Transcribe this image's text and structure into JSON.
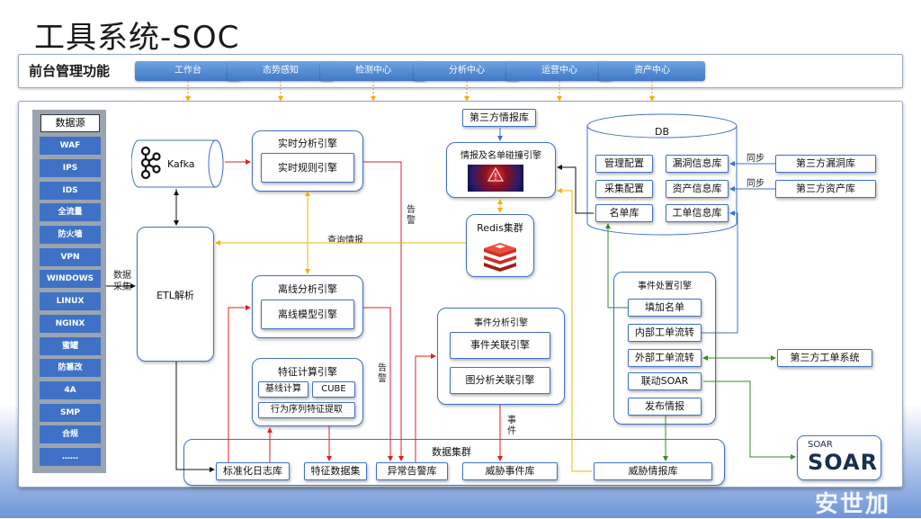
{
  "title": "工具系统-SOC",
  "topbar": {
    "label": "前台管理功能",
    "nav": [
      "工作台",
      "态势感知",
      "检测中心",
      "分析中心",
      "运营中心",
      "资产中心"
    ]
  },
  "datasource": {
    "title": "数据源",
    "items": [
      "WAF",
      "IPS",
      "IDS",
      "全流量",
      "防火墙",
      "VPN",
      "WINDOWS",
      "LINUX",
      "NGINX",
      "蜜罐",
      "防篡改",
      "4A",
      "SMP",
      "合规",
      "……"
    ]
  },
  "nodes": {
    "kafka": "Kafka",
    "etl": "ETL解析",
    "collect_label": "数据\n采集",
    "realtime_title": "实时分析引擎",
    "realtime_rule": "实时规则引擎",
    "offline_title": "离线分析引擎",
    "offline_model": "离线模型引擎",
    "feature_title": "特征计算引擎",
    "feature_baseline": "基线计算",
    "feature_cube": "CUBE",
    "feature_seq": "行为序列特征提取",
    "thirdparty_intel": "第三方情报库",
    "intel_engine": "情报及名单碰撞引擎",
    "redis": "Redis集群",
    "query_intel": "查询情报",
    "event_title": "事件分析引擎",
    "event_correlation": "事件关联引擎",
    "event_graph": "图分析关联引擎",
    "db": "DB",
    "db_mgmt": "管理配置",
    "db_vuln": "漏洞信息库",
    "db_collect": "采集配置",
    "db_asset": "资产信息库",
    "db_list": "名单库",
    "db_ticket": "工单信息库",
    "sync1": "同步",
    "sync2": "同步",
    "third_vuln": "第三方漏洞库",
    "third_asset": "第三方资产库",
    "dispose_title": "事件处置引擎",
    "dispose_add": "填加名单",
    "dispose_inner": "内部工单流转",
    "dispose_outer": "外部工单流转",
    "dispose_soar": "联动SOAR",
    "dispose_publish": "发布情报",
    "third_ticket": "第三方工单系统",
    "data_cluster": "数据集群",
    "store_log": "标准化日志库",
    "store_feature": "特征数据集",
    "store_alert": "异常告警库",
    "store_event": "威胁事件库",
    "store_intel": "威胁情报库",
    "alert_label_1": "告\n警",
    "alert_label_2": "告\n警",
    "event_label": "事\n件",
    "soar_small": "SOAR",
    "soar_big": "SOAR",
    "watermark": "安世加"
  },
  "colors": {
    "accent": "#3f72c6",
    "arrow_red": "#e02020",
    "arrow_yellow": "#f0b400",
    "arrow_green": "#3a8a2a",
    "arrow_black": "#111111"
  }
}
